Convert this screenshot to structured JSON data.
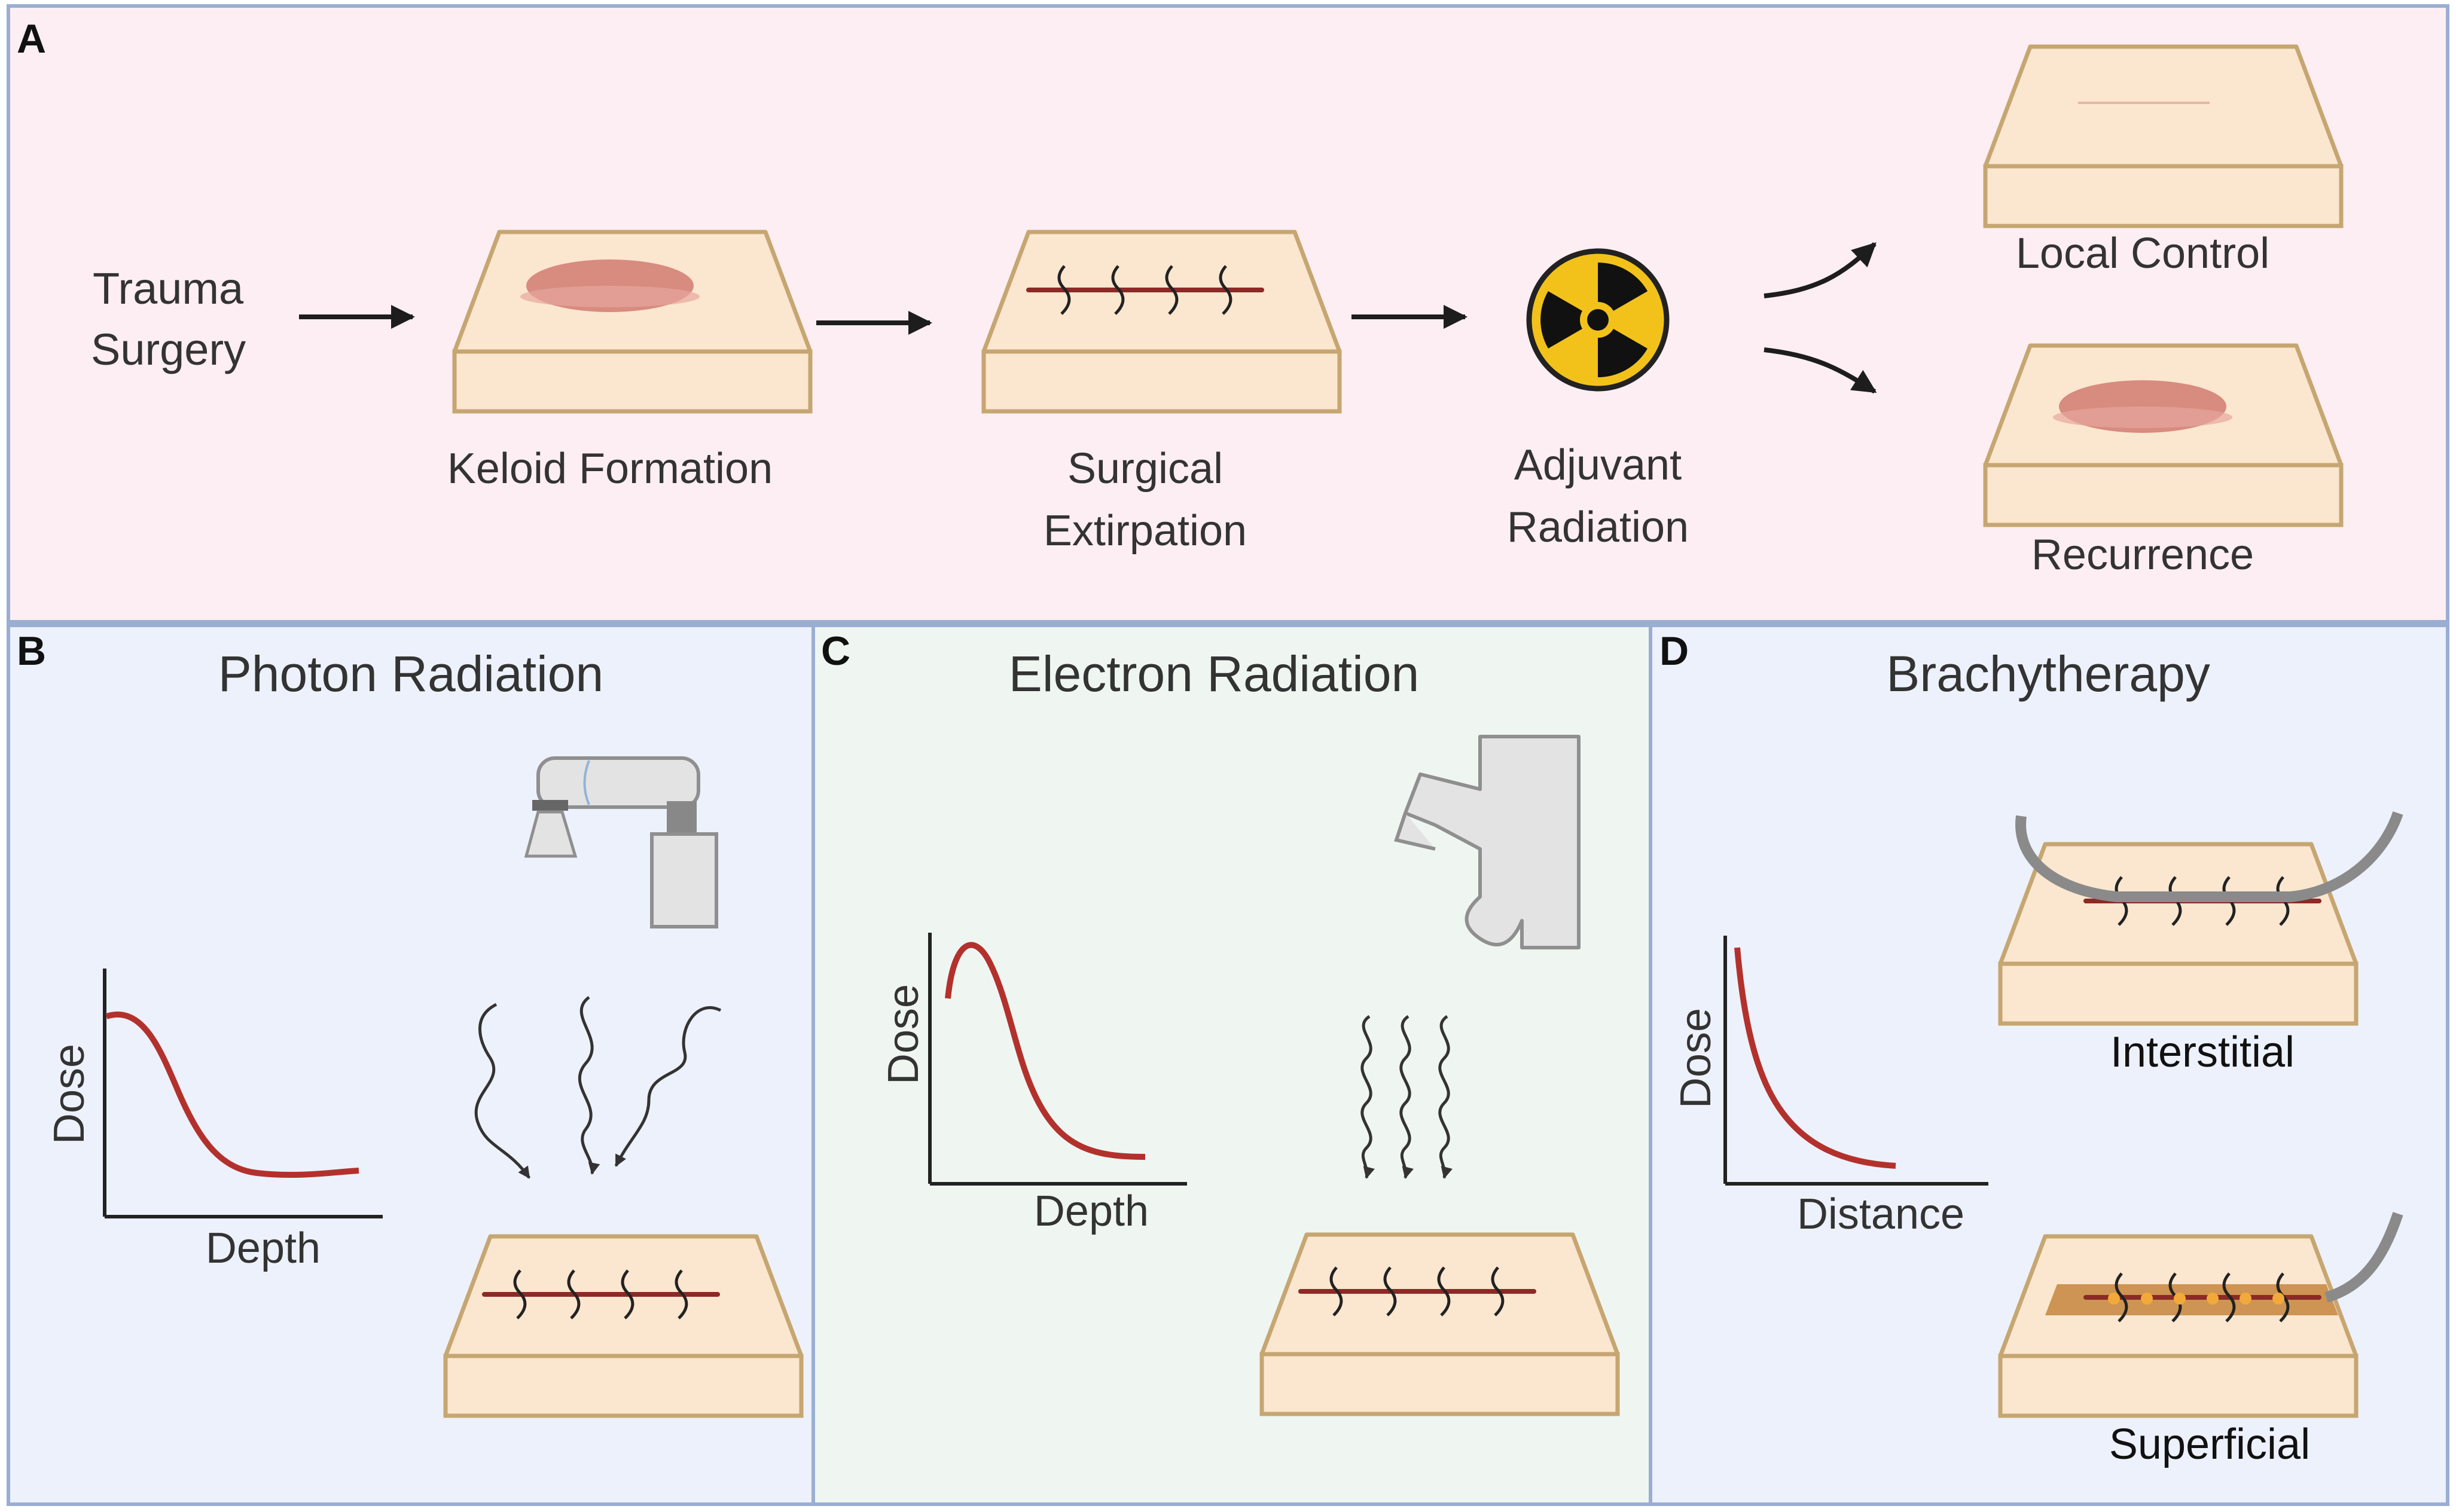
{
  "panel_a": {
    "letter": "A",
    "trauma_line1": "Trauma",
    "trauma_line2": "Surgery",
    "keloid_label": "Keloid Formation",
    "surgical_line1": "Surgical",
    "surgical_line2": "Extirpation",
    "adjuvant_line1": "Adjuvant",
    "adjuvant_line2": "Radiation",
    "local_control_label": "Local Control",
    "recurrence_label": "Recurrence"
  },
  "panel_b": {
    "letter": "B",
    "title": "Photon Radiation",
    "ylabel": "Dose",
    "xlabel": "Depth"
  },
  "panel_c": {
    "letter": "C",
    "title": "Electron Radiation",
    "ylabel": "Dose",
    "xlabel": "Depth"
  },
  "panel_d": {
    "letter": "D",
    "title": "Brachytherapy",
    "ylabel": "Dose",
    "xlabel": "Distance",
    "interstitial_label": "Interstitial",
    "superficial_label": "Superficial"
  },
  "colors": {
    "panel_a_bg": "#fdeef3",
    "panel_b_bg": "#edf1fb",
    "panel_c_bg": "#eff6f2",
    "panel_d_bg": "#edf1fb",
    "border": "#9aaed2",
    "curve": "#b3312d",
    "skin_top": "#fbe6cf",
    "skin_edge": "#c6a671",
    "keloid": "#d88b7f"
  }
}
